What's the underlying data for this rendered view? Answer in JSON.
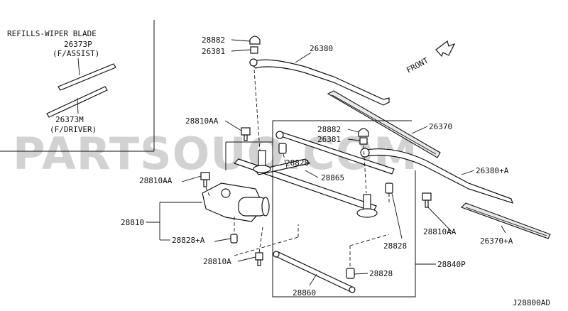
{
  "watermark": "PARTSOUQ.COM",
  "inset": {
    "title": "REFILLS-WIPER BLADE",
    "assist_part": "26373P",
    "assist_side": "(F/ASSIST)",
    "driver_part": "26373M",
    "driver_side": "(F/DRIVER)"
  },
  "front_label": "FRONT",
  "labels": {
    "p28882_top": "28882",
    "p26381_top": "26381",
    "p26380": "26380",
    "p26370": "26370",
    "p28882_mid": "28882",
    "p26381_mid": "26381",
    "p28810AA_top": "28810AA",
    "p28828_mid": "28828",
    "p28865": "28865",
    "p26380A": "26380+A",
    "p28810AA_left": "28810AA",
    "p28810": "28810",
    "p28810AA_right": "28810AA",
    "p26370A": "26370+A",
    "p28828A": "28828+A",
    "p28828_right": "28828",
    "p28810A": "28810A",
    "p28840P": "28840P",
    "p28828_bot": "28828",
    "p28860": "28860"
  },
  "diagram_code": "J28800AD"
}
